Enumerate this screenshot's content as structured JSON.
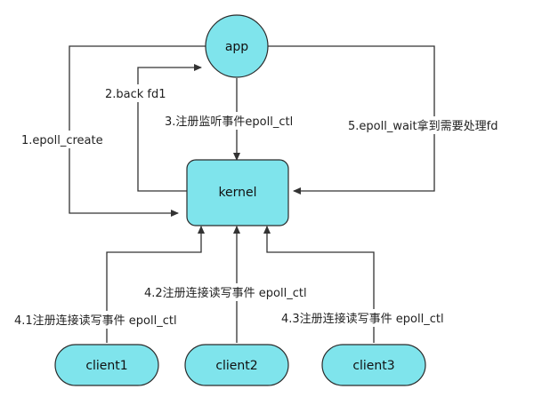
{
  "nodes": {
    "app": "app",
    "kernel": "kernel",
    "client1": "client1",
    "client2": "client2",
    "client3": "client3"
  },
  "edges": {
    "epoll_create": "1.epoll_create",
    "back_fd": "2.back fd1",
    "register_listen": "3.注册监听事件epoll_ctl",
    "register_rw_1": "4.1注册连接读写事件 epoll_ctl",
    "register_rw_2": "4.2注册连接读写事件 epoll_ctl",
    "register_rw_3": "4.3注册连接读写事件 epoll_ctl",
    "epoll_wait": "5.epoll_wait拿到需要处理fd"
  },
  "colors": {
    "node_fill": "#7fe4ec",
    "line": "#333333"
  }
}
